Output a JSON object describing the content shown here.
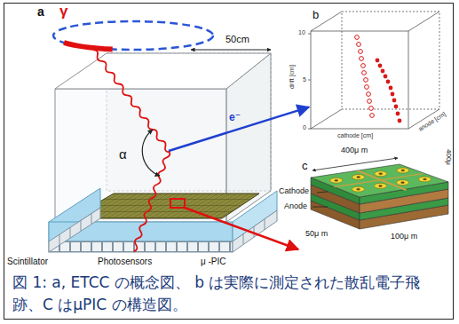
{
  "diagram": {
    "caption": "図 1: a, ETCC の概念図、 b は実際に測定された散乱電子飛跡、C はμPIC の構造図。",
    "labels": [
      "a",
      "γ",
      "50cm",
      "e⁻",
      "α",
      "Scintillator",
      "Photosensors",
      "μ -PIC",
      "b",
      "10",
      "5",
      "0",
      "drift [cm]",
      "cathode [cm]",
      "anode [cm]",
      "c",
      "400μ m",
      "400μ",
      "Cathode",
      "Anode",
      "100μ m",
      "50μ m"
    ]
  }
}
